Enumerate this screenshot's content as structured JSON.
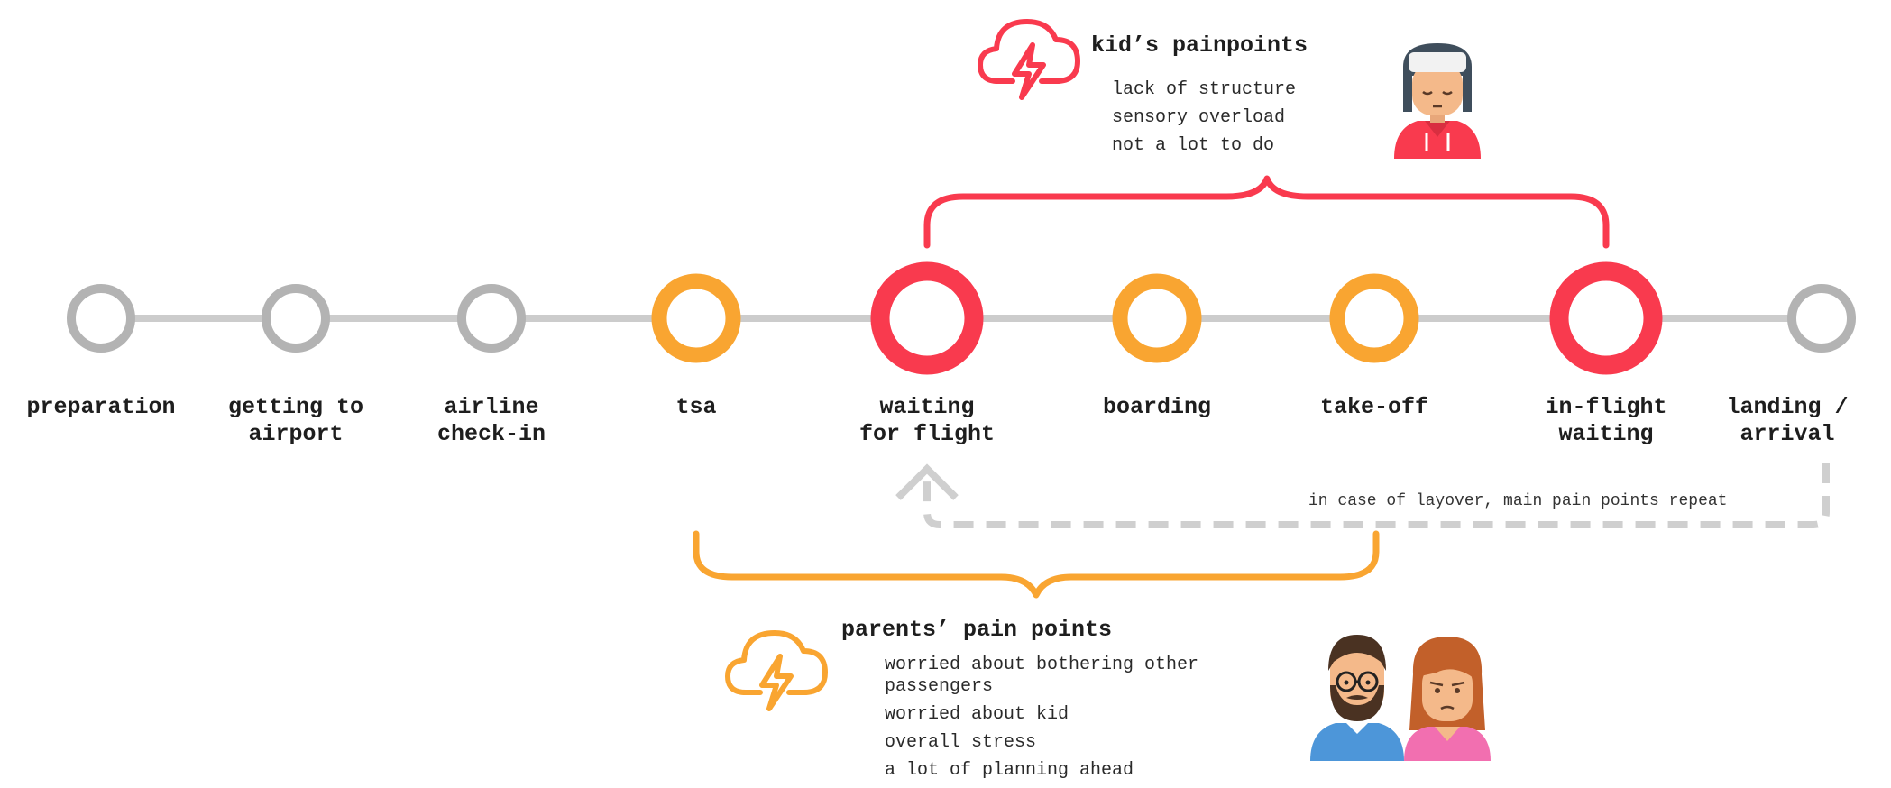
{
  "timeline": {
    "stages": [
      {
        "label": "preparation",
        "status": "neutral"
      },
      {
        "label": "getting to\nairport",
        "status": "neutral"
      },
      {
        "label": "airline\ncheck-in",
        "status": "neutral"
      },
      {
        "label": "tsa",
        "status": "parent"
      },
      {
        "label": "waiting\nfor flight",
        "status": "kid"
      },
      {
        "label": "boarding",
        "status": "parent"
      },
      {
        "label": "take-off",
        "status": "parent"
      },
      {
        "label": "in-flight\nwaiting",
        "status": "kid"
      },
      {
        "label": "landing /\narrival",
        "status": "neutral"
      }
    ]
  },
  "kid_painpoints": {
    "title": "kid’s painpoints",
    "items": [
      "lack of structure",
      "sensory overload",
      "not a lot to do"
    ],
    "icon": "storm-cloud-icon",
    "avatar": "kid-avatar"
  },
  "parent_painpoints": {
    "title": "parents’ pain points",
    "items": [
      "worried about bothering other\npassengers",
      "worried about kid",
      "overall stress",
      "a lot of planning ahead"
    ],
    "icon": "storm-cloud-icon",
    "avatar": "parents-avatar"
  },
  "layover_note": "in case of layover, main pain points repeat",
  "colors": {
    "neutral": "#b3b3b3",
    "parent": "#f9a531",
    "kid": "#f93a4e",
    "line": "#cccccc",
    "dashed": "#cfcfcf"
  }
}
